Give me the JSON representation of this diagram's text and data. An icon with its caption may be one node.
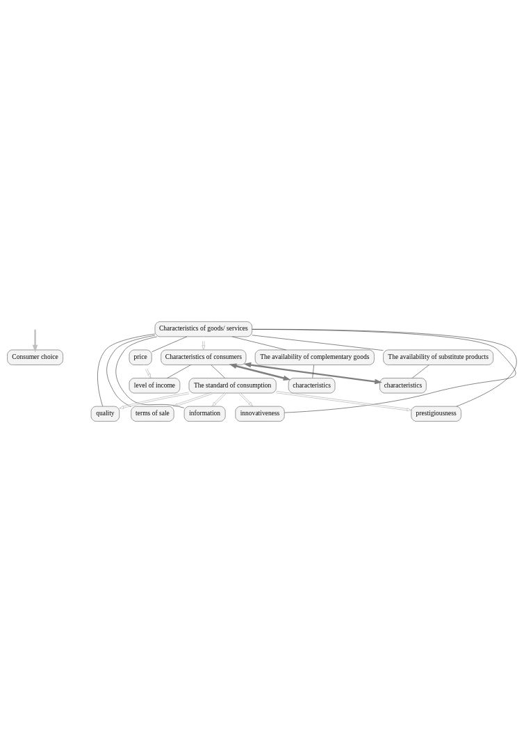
{
  "diagram": {
    "nodes": [
      {
        "text": [
          "Consumer choice"
        ]
      },
      {
        "text": [
          "Characteristics of goods/ services"
        ]
      },
      {
        "text": [
          "Characteristics of consumers"
        ]
      },
      {
        "text": [
          "price"
        ]
      },
      {
        "text": [
          "level of income"
        ]
      },
      {
        "text": [
          "quality"
        ]
      },
      {
        "text": [
          "The standard of consumption"
        ]
      },
      {
        "text": [
          "terms of sale"
        ]
      },
      {
        "text": [
          "information"
        ]
      },
      {
        "text": [
          "innovativeness"
        ]
      },
      {
        "text": [
          "prestigiousness"
        ]
      },
      {
        "text": [
          "The availability of complementary goods"
        ]
      },
      {
        "text": [
          "characteristics"
        ]
      },
      {
        "text": [
          "The availability of substitute products"
        ]
      },
      {
        "text": [
          "characteristics"
        ]
      }
    ],
    "edges": [
      {
        "from": null,
        "to": 0,
        "arrow": "to",
        "style": "thick",
        "color": "#bfbfbf"
      },
      {
        "from": 1,
        "to": 2,
        "arrow": "both",
        "color": "#a6a6a6"
      },
      {
        "from": 1,
        "to": 3,
        "arrow": "none"
      },
      {
        "from": 1,
        "to": 5,
        "arrow": "none"
      },
      {
        "from": 1,
        "to": 7,
        "arrow": "none"
      },
      {
        "from": 1,
        "to": 8,
        "arrow": "none"
      },
      {
        "from": 1,
        "to": 9,
        "arrow": "none"
      },
      {
        "from": 1,
        "to": 10,
        "arrow": "none"
      },
      {
        "from": 1,
        "to": 11,
        "arrow": "none"
      },
      {
        "from": 1,
        "to": 13,
        "arrow": "none"
      },
      {
        "from": 3,
        "to": 4,
        "arrow": "both",
        "color": "#a6a6a6"
      },
      {
        "from": 2,
        "to": 4,
        "arrow": "none"
      },
      {
        "from": 2,
        "to": 6,
        "arrow": "none"
      },
      {
        "from": 6,
        "to": 5,
        "arrow": "to",
        "color": "#a6a6a6"
      },
      {
        "from": 6,
        "to": 7,
        "arrow": "to",
        "color": "#a6a6a6"
      },
      {
        "from": 6,
        "to": 8,
        "arrow": "to",
        "color": "#a6a6a6"
      },
      {
        "from": 6,
        "to": 9,
        "arrow": "to",
        "color": "#a6a6a6"
      },
      {
        "from": 6,
        "to": 10,
        "arrow": "to",
        "color": "#a6a6a6"
      },
      {
        "from": 11,
        "to": 12,
        "arrow": "none"
      },
      {
        "from": 13,
        "to": 14,
        "arrow": "none"
      },
      {
        "from": 2,
        "to": 12,
        "arrow": "both",
        "style": "thick",
        "color": "#7f7f7f"
      },
      {
        "from": 2,
        "to": 14,
        "arrow": "both",
        "style": "thick",
        "color": "#7f7f7f"
      }
    ]
  }
}
